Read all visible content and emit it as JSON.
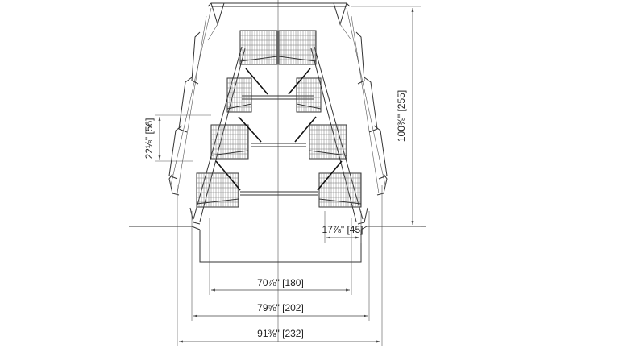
{
  "title": "",
  "dimensions": {
    "total_height": "100⅜\" [255]",
    "tier_spacing": "22⅛\" [56]",
    "foot_width": "17⅞\" [45]",
    "inner_width": "70⅞\" [180]",
    "middle_width": "79⅝\" [202]",
    "overall_width": "91⅜\" [232]"
  },
  "structure": {
    "tiers": 4,
    "cage_sides": [
      "left",
      "right"
    ]
  }
}
